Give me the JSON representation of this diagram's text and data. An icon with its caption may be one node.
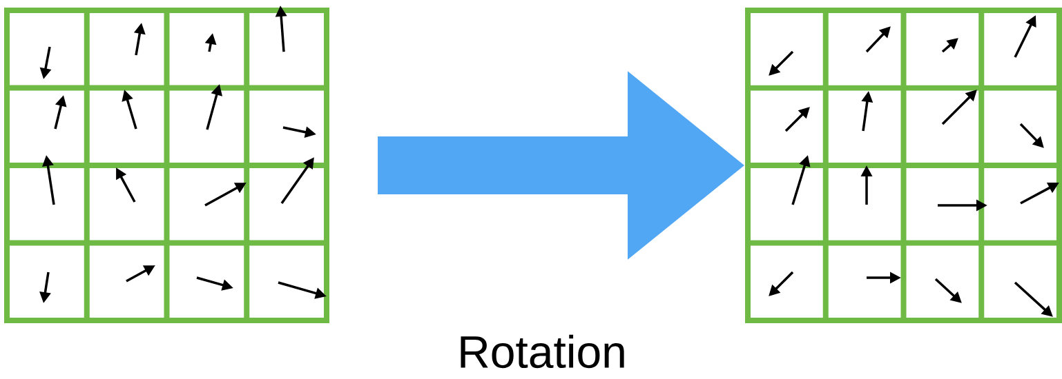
{
  "diagram": {
    "nodes": [
      {
        "text": [],
        "shape": "box"
      },
      {
        "text": [],
        "shape": "box"
      }
    ],
    "edges": [
      {
        "from": 0,
        "to": 1,
        "arrow": "to",
        "label": "Rotation",
        "color": "#52a7f5"
      }
    ]
  }
}
